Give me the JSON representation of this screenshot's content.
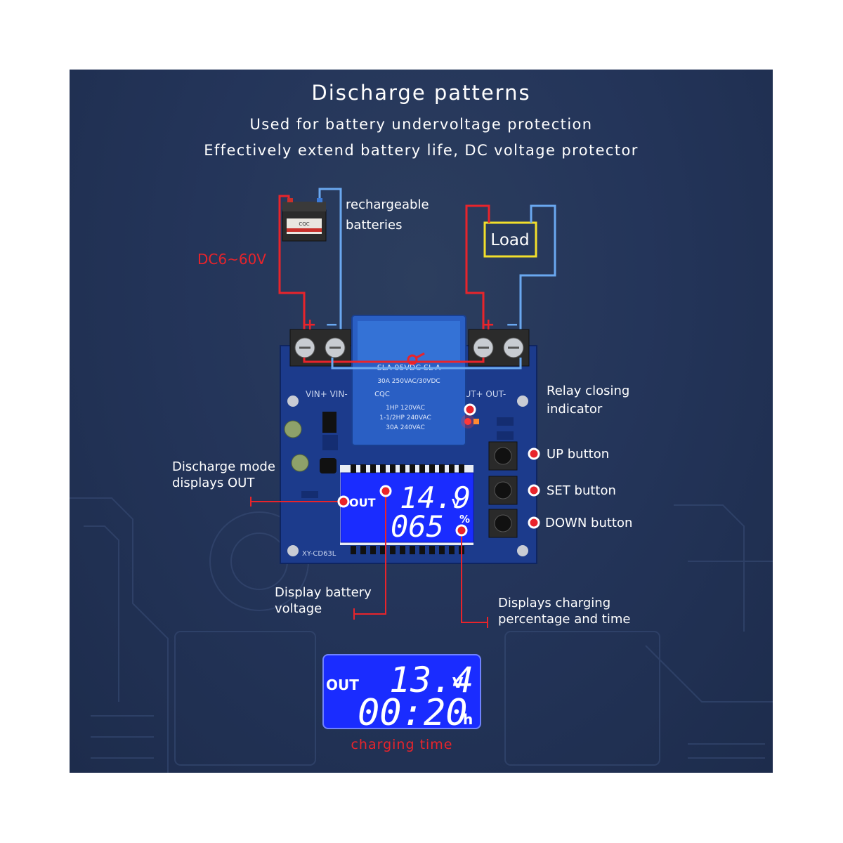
{
  "header": {
    "title": "Discharge patterns",
    "subtitle_1": "Used for battery undervoltage protection",
    "subtitle_2": "Effectively extend battery life, DC voltage protector"
  },
  "input": {
    "battery_label_1": "rechargeable",
    "battery_label_2": "batteries",
    "voltage_range": "DC6~60V",
    "battery_brand": "CQC"
  },
  "load": {
    "label": "Load"
  },
  "board": {
    "model": "XY-CD63L",
    "terminal_in": "VIN+ VIN-",
    "terminal_out": "OUT+ OUT-",
    "relay_line_1": "SLA-05VDC-SL-A",
    "relay_line_2": "30A 250VAC/30VDC",
    "relay_line_3": "1HP 120VAC",
    "relay_line_4": "1-1/2HP 240VAC",
    "relay_line_5": "30A 240VAC",
    "relay_cert": "CQC",
    "plus": "+",
    "minus": "−",
    "lcd": {
      "mode": "OUT",
      "voltage": "14.9",
      "voltage_unit": "V",
      "percent": "065",
      "percent_unit": "%"
    }
  },
  "callouts": {
    "relay_1": "Relay closing",
    "relay_2": "indicator",
    "up": "UP button",
    "set": "SET button",
    "down": "DOWN button",
    "mode_1": "Discharge mode",
    "mode_2": "displays OUT",
    "battery_v_1": "Display battery",
    "battery_v_2": "voltage",
    "percent_1": "Displays charging",
    "percent_2": "percentage and time"
  },
  "lcd_example": {
    "mode": "OUT",
    "voltage": "13.4",
    "voltage_unit": "V",
    "time": "00:20",
    "time_unit": "h",
    "caption": "charging time"
  },
  "colors": {
    "background": "#24355a",
    "wire_positive": "#e8242b",
    "wire_negative": "#6aa8f0",
    "load_border": "#f2df2b",
    "lcd": "#1a2cff",
    "pcb": "#1c3b8c",
    "relay": "#2a5fc4",
    "terminal": "#2b2b2b"
  },
  "icons": [
    "battery-icon",
    "relay-icon",
    "push-button-icon",
    "capacitor-icon",
    "red-led-icon"
  ]
}
